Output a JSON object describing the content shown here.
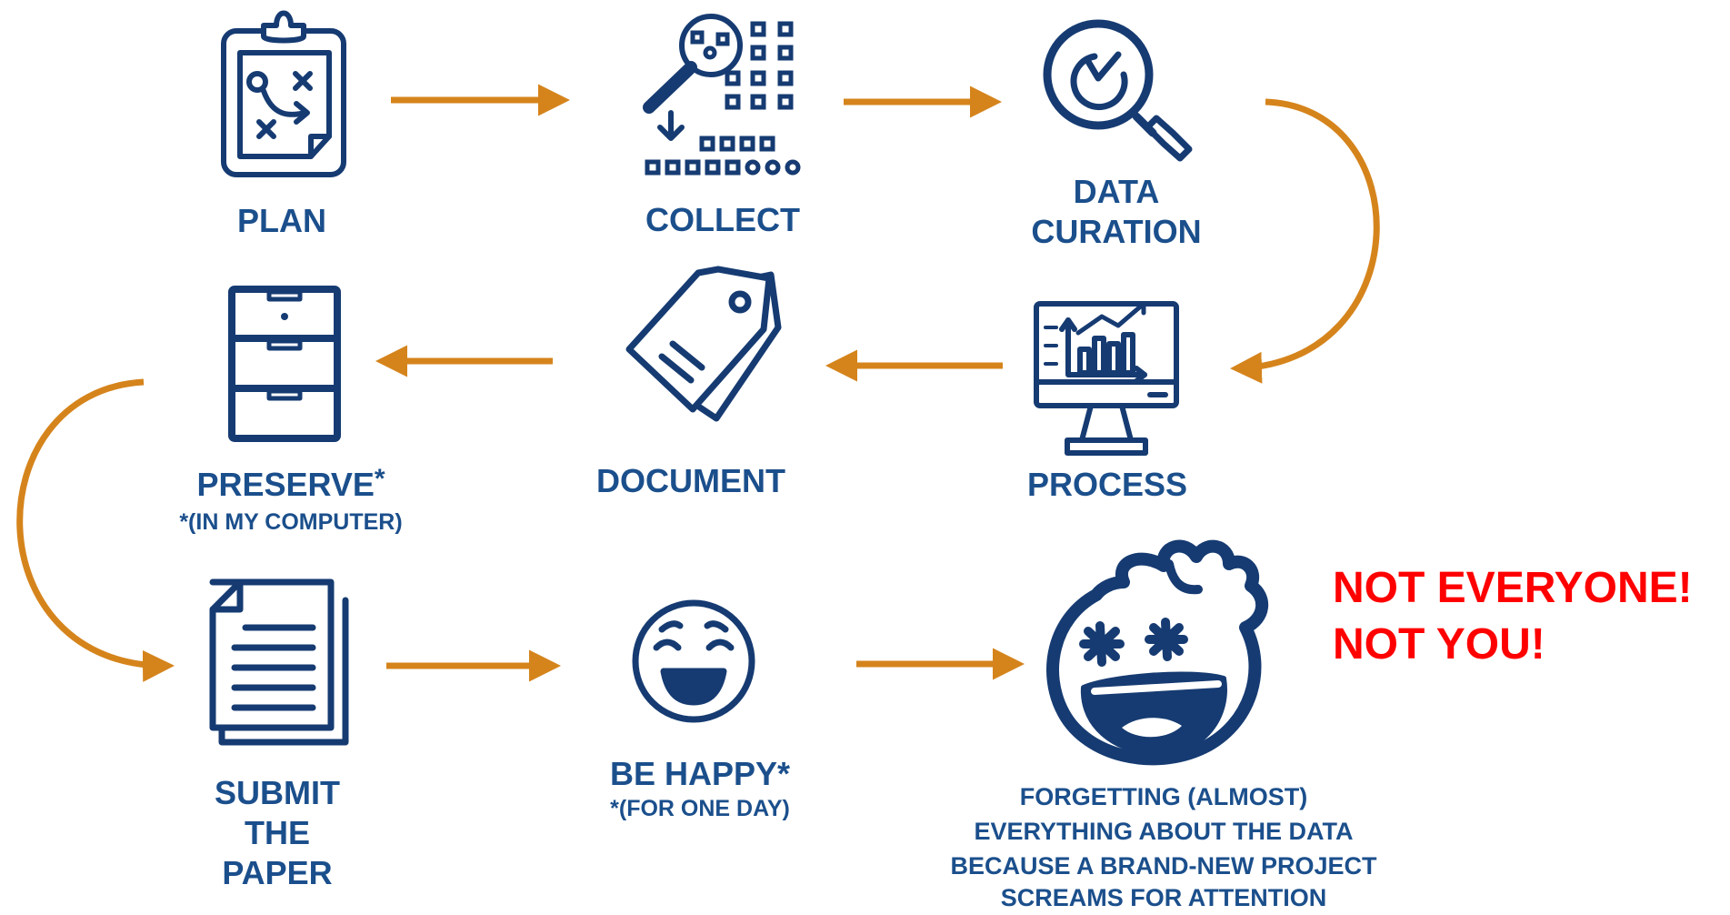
{
  "colors": {
    "icon": "#163b72",
    "text": "#1b4f8c",
    "arrow": "#d5841c",
    "alert": "#ff0000"
  },
  "steps": {
    "plan": {
      "label": "PLAN",
      "icon": "clipboard-strategy-icon"
    },
    "collect": {
      "label": "COLLECT",
      "icon": "magnifier-data-grid-icon"
    },
    "curation": {
      "line1": "DATA",
      "line2": "CURATION",
      "icon": "magnifier-check-icon"
    },
    "process": {
      "label": "PROCESS",
      "icon": "monitor-chart-icon"
    },
    "document": {
      "label": "DOCUMENT",
      "icon": "tag-icon"
    },
    "preserve": {
      "label": "PRESERVE",
      "mark": "*",
      "note": "*(IN MY COMPUTER)",
      "icon": "filing-cabinet-icon"
    },
    "submit": {
      "line1": "SUBMIT",
      "line2": "THE",
      "line3": "PAPER",
      "icon": "documents-icon"
    },
    "happy": {
      "label": "BE HAPPY*",
      "note": "*(FOR ONE DAY)",
      "icon": "smiling-face-icon"
    },
    "forget": {
      "line1": "FORGETTING (ALMOST)",
      "line2": "EVERYTHING ABOUT THE DATA",
      "line3": "BECAUSE A BRAND-NEW PROJECT",
      "line4": "SCREAMS FOR ATTENTION",
      "icon": "dizzy-face-icon"
    }
  },
  "callout": {
    "line1": "NOT EVERYONE!",
    "line2": "NOT YOU!"
  }
}
